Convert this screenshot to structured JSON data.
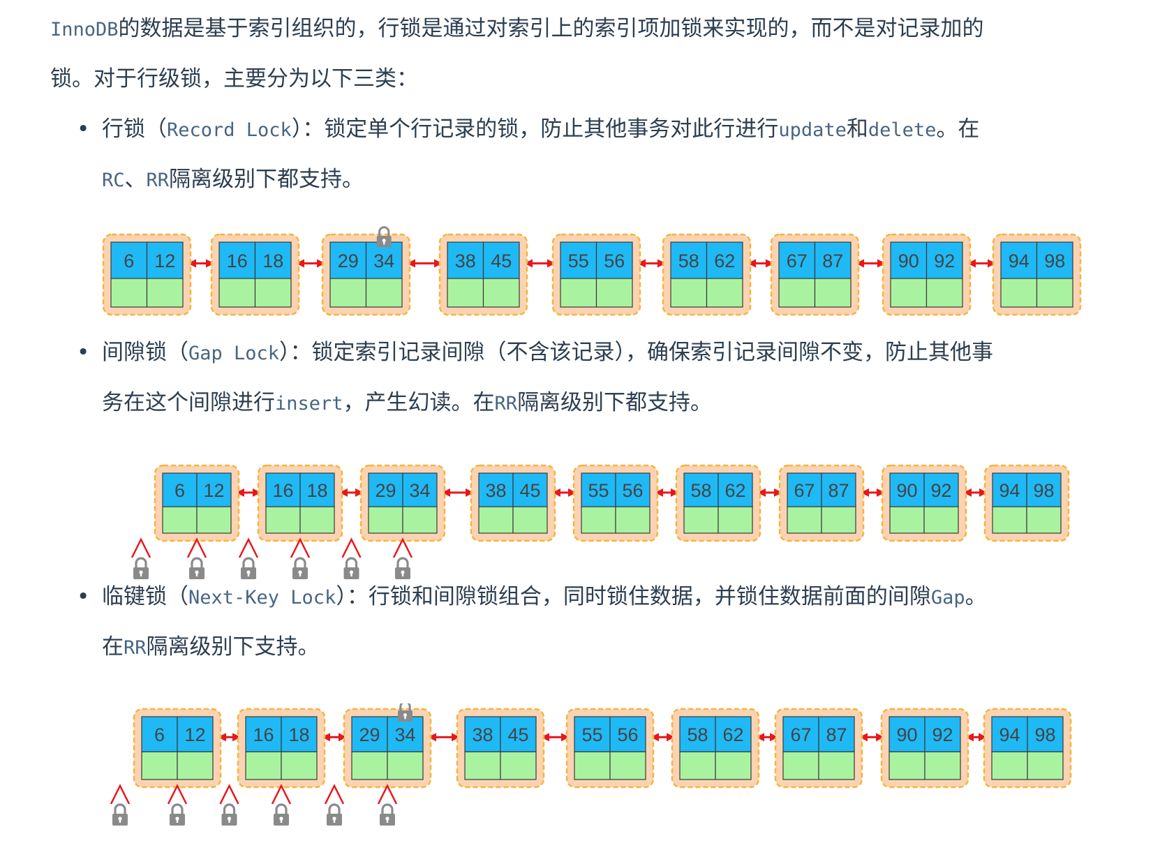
{
  "intro": {
    "code": "InnoDB",
    "line1": "的数据是基于索引组织的，行锁是通过对索引上的索引项加锁来实现的，而不是对记录加的",
    "line2": "锁。对于行级锁，主要分为以下三类："
  },
  "items": [
    {
      "name": "行锁",
      "paren_open": "（",
      "code": "Record Lock",
      "paren_close": "）：",
      "text_a": "锁定单个行记录的锁，防止其他事务对此行进行",
      "code_a": "update",
      "text_b": "和",
      "code_b": "delete",
      "text_c": "。在",
      "line2_code_a": "RC",
      "line2_sep": "、",
      "line2_code_b": "RR",
      "line2_text": "隔离级别下都支持。"
    },
    {
      "name": "间隙锁",
      "paren_open": "（",
      "code": "Gap Lock",
      "paren_close": "）：",
      "text_a": "锁定索引记录间隙（不含该记录），确保索引记录间隙不变，防止其他事",
      "line2_text_a": "务在这个间隙进行",
      "line2_code_a": "insert",
      "line2_text_b": "，产生幻读。在",
      "line2_code_b": "RR",
      "line2_text_c": "隔离级别下都支持。"
    },
    {
      "name": "临键锁",
      "paren_open": "（",
      "code": "Next-Key Lock",
      "paren_close": "）：",
      "text_a": "行锁和间隙锁组合，同时锁住数据，并锁住数据前面的间隙",
      "code_a": "Gap",
      "text_b": "。",
      "line2_text_a": "在",
      "line2_code_a": "RR",
      "line2_text_b": "隔离级别下支持。"
    }
  ],
  "diagrams": [
    {
      "kind": "record-lock",
      "nodes": [
        [
          "6",
          "12"
        ],
        [
          "16",
          "18"
        ],
        [
          "29",
          "34"
        ],
        [
          "38",
          "45"
        ],
        [
          "55",
          "56"
        ],
        [
          "58",
          "62"
        ],
        [
          "67",
          "87"
        ],
        [
          "90",
          "92"
        ],
        [
          "94",
          "98"
        ]
      ],
      "record_lock_on": "34",
      "gap_locks_before_nodes": 0
    },
    {
      "kind": "gap-lock",
      "nodes": [
        [
          "6",
          "12"
        ],
        [
          "16",
          "18"
        ],
        [
          "29",
          "34"
        ],
        [
          "38",
          "45"
        ],
        [
          "55",
          "56"
        ],
        [
          "58",
          "62"
        ],
        [
          "67",
          "87"
        ],
        [
          "90",
          "92"
        ],
        [
          "94",
          "98"
        ]
      ],
      "record_lock_on": null,
      "gap_lock_count": 6
    },
    {
      "kind": "next-key-lock",
      "nodes": [
        [
          "6",
          "12"
        ],
        [
          "16",
          "18"
        ],
        [
          "29",
          "34"
        ],
        [
          "38",
          "45"
        ],
        [
          "55",
          "56"
        ],
        [
          "58",
          "62"
        ],
        [
          "67",
          "87"
        ],
        [
          "90",
          "92"
        ],
        [
          "94",
          "98"
        ]
      ],
      "record_lock_on": "34",
      "gap_lock_count": 6
    }
  ],
  "colors": {
    "key_cell": "#1fb9f5",
    "data_cell": "#a9f3a0",
    "node_bg": "#fbd3b2",
    "node_border": "#f4b53c",
    "arrow": "#e8171c",
    "lock": "#8a8a8a",
    "gap_marker": "#e8171c"
  }
}
